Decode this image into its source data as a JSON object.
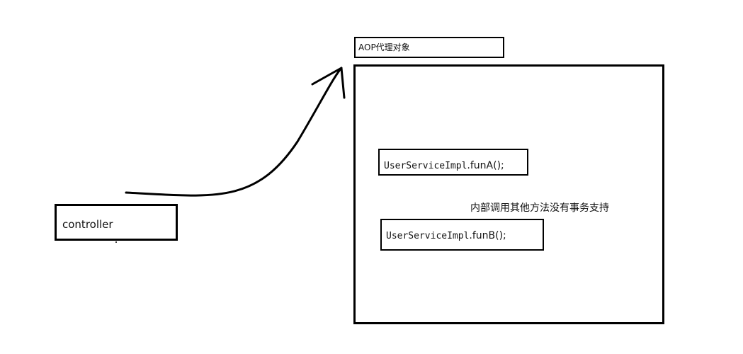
{
  "controller": {
    "label": "controller"
  },
  "proxy": {
    "title": "AOP代理对象"
  },
  "calls": [
    {
      "code": "UserServiceImpl",
      "method": ".funA();"
    },
    {
      "code": "UserServiceImpl",
      "method": ".funB();"
    }
  ],
  "note": "内部调用其他方法没有事务支持"
}
